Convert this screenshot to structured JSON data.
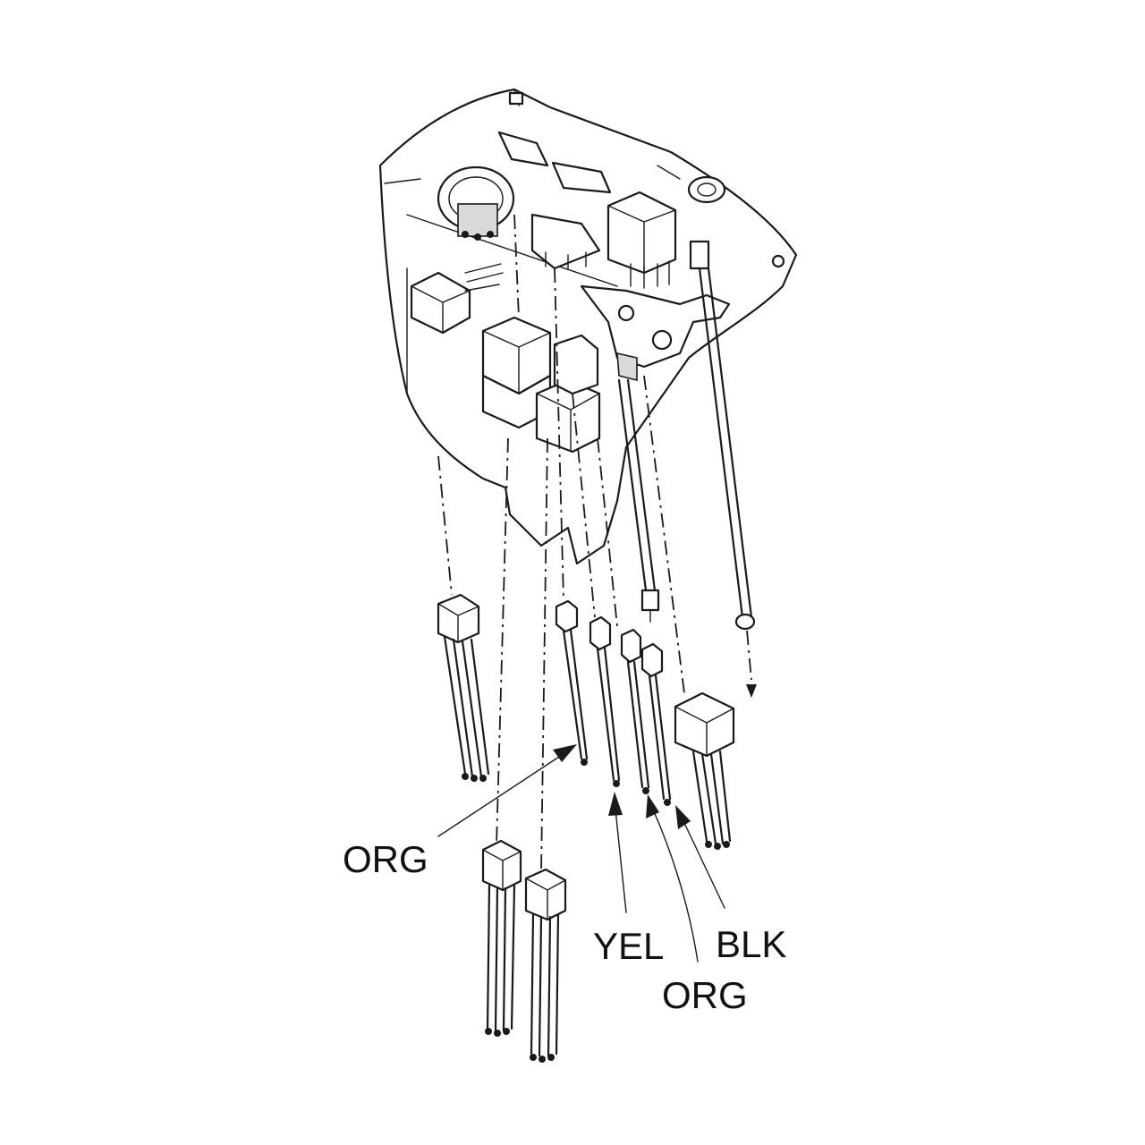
{
  "labels": {
    "org_left": "ORG",
    "yel": "YEL",
    "blk": "BLK",
    "org_bottom": "ORG"
  },
  "colors": {
    "ink": "#1a1a1a",
    "background": "#ffffff"
  }
}
